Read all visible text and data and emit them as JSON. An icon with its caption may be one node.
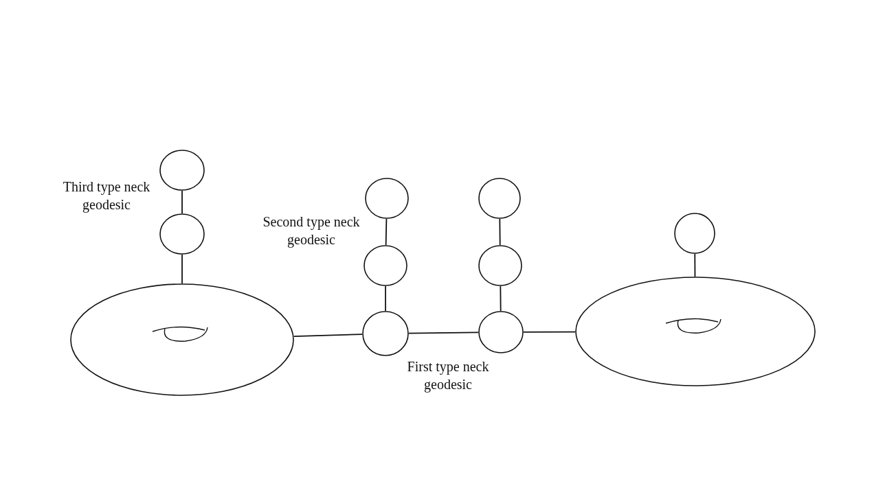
{
  "diagram": {
    "nodes": [
      {
        "text": [],
        "shape": "ellipse"
      },
      {
        "text": [],
        "shape": "circle"
      },
      {
        "text": [],
        "shape": "circle"
      },
      {
        "text": [],
        "shape": "circle"
      },
      {
        "text": [],
        "shape": "circle"
      },
      {
        "text": [],
        "shape": "circle"
      },
      {
        "text": [],
        "shape": "circle"
      },
      {
        "text": [],
        "shape": "circle"
      },
      {
        "text": [],
        "shape": "circle"
      },
      {
        "text": [],
        "shape": "circle"
      },
      {
        "text": [],
        "shape": "ellipse"
      }
    ],
    "edges": [
      {
        "from": 1,
        "to": 2,
        "arrow": "none"
      },
      {
        "from": 2,
        "to": 0,
        "arrow": "none"
      },
      {
        "from": 3,
        "to": 4,
        "arrow": "none"
      },
      {
        "from": 4,
        "to": 5,
        "arrow": "none"
      },
      {
        "from": 0,
        "to": 5,
        "arrow": "none"
      },
      {
        "from": 5,
        "to": 8,
        "arrow": "none"
      },
      {
        "from": 6,
        "to": 7,
        "arrow": "none"
      },
      {
        "from": 7,
        "to": 8,
        "arrow": "none"
      },
      {
        "from": 8,
        "to": 10,
        "arrow": "none"
      },
      {
        "from": 9,
        "to": 10,
        "arrow": "none"
      }
    ],
    "labels": [
      "Third type neck geodesic",
      "Second type neck geodesic",
      "First type neck geodesic"
    ]
  }
}
